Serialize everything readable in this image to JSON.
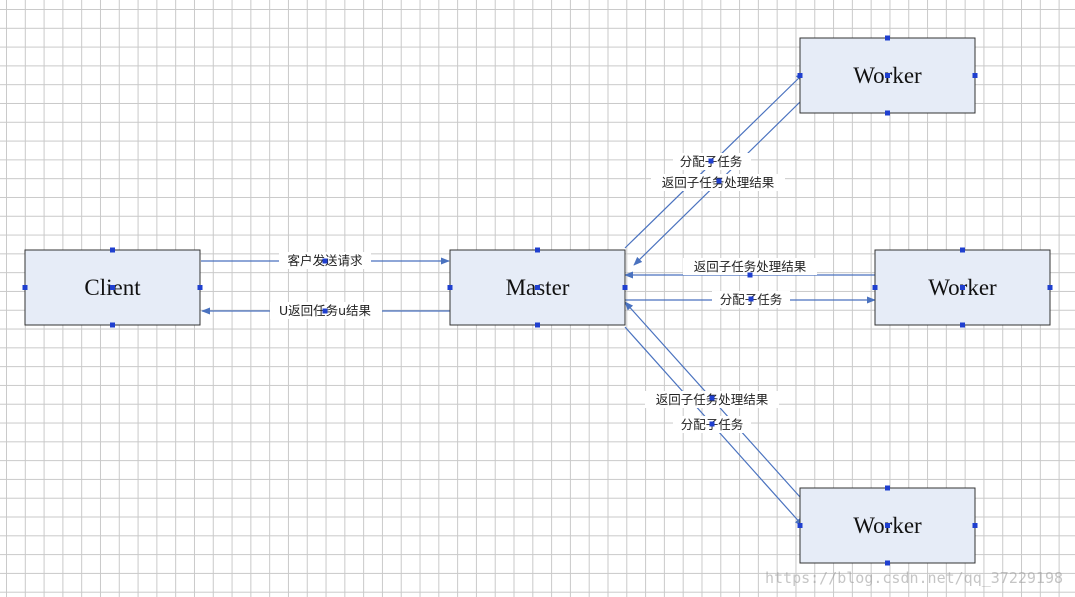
{
  "nodes": {
    "client": {
      "label": "Client"
    },
    "master": {
      "label": "Master"
    },
    "worker_top": {
      "label": "Worker"
    },
    "worker_middle": {
      "label": "Worker"
    },
    "worker_bottom": {
      "label": "Worker"
    }
  },
  "edges": {
    "client_to_master": {
      "label": "客户发送请求"
    },
    "master_to_client": {
      "label": "U返回任务u结果"
    },
    "master_to_worker_top": {
      "label": "分配子任务"
    },
    "worker_top_to_master": {
      "label": "返回子任务处理结果"
    },
    "worker_middle_to_master": {
      "label": "返回子任务处理结果"
    },
    "master_to_worker_middle": {
      "label": "分配子任务"
    },
    "worker_bottom_to_master": {
      "label": "返回子任务处理结果"
    },
    "master_to_worker_bottom": {
      "label": "分配子任务"
    }
  },
  "watermark": "https://blog.csdn.net/qq_37229198",
  "colors": {
    "node_fill": "#e6ecf7",
    "edge": "#4a72bf",
    "handle": "#1f3fcf"
  }
}
